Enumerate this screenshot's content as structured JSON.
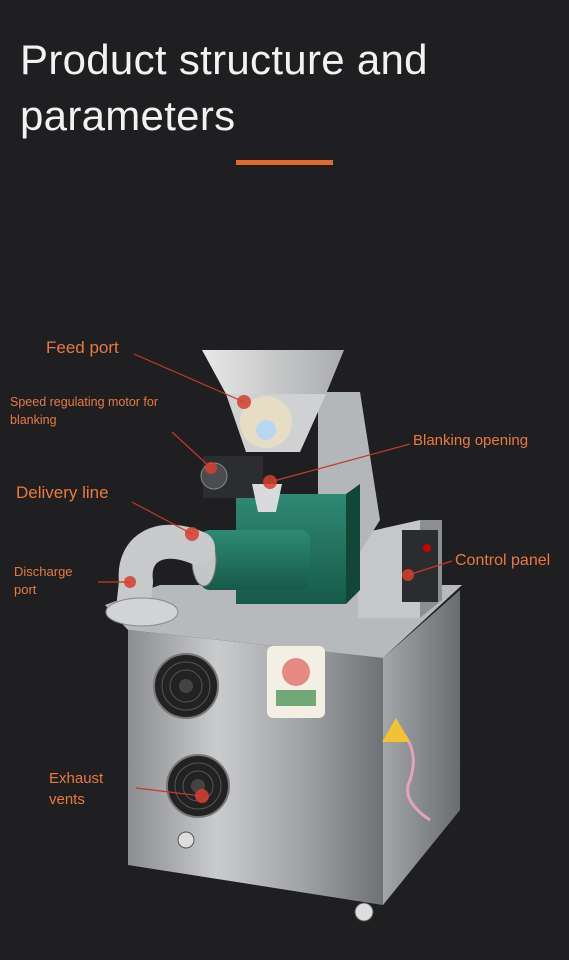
{
  "header": {
    "title": "Product structure and parameters",
    "accent_color": "#e06a2e"
  },
  "callouts": {
    "feed_port": "Feed port",
    "speed_motor": "Speed regulating motor for blanking",
    "blanking_opening": "Blanking opening",
    "delivery_line": "Delivery line",
    "control_panel": "Control panel",
    "discharge_port": "Discharge port",
    "exhaust_vents": "Exhaust vents"
  },
  "colors": {
    "label_text": "#e8793f",
    "callout_line": "#c0392b",
    "background": "#1f1f22"
  }
}
